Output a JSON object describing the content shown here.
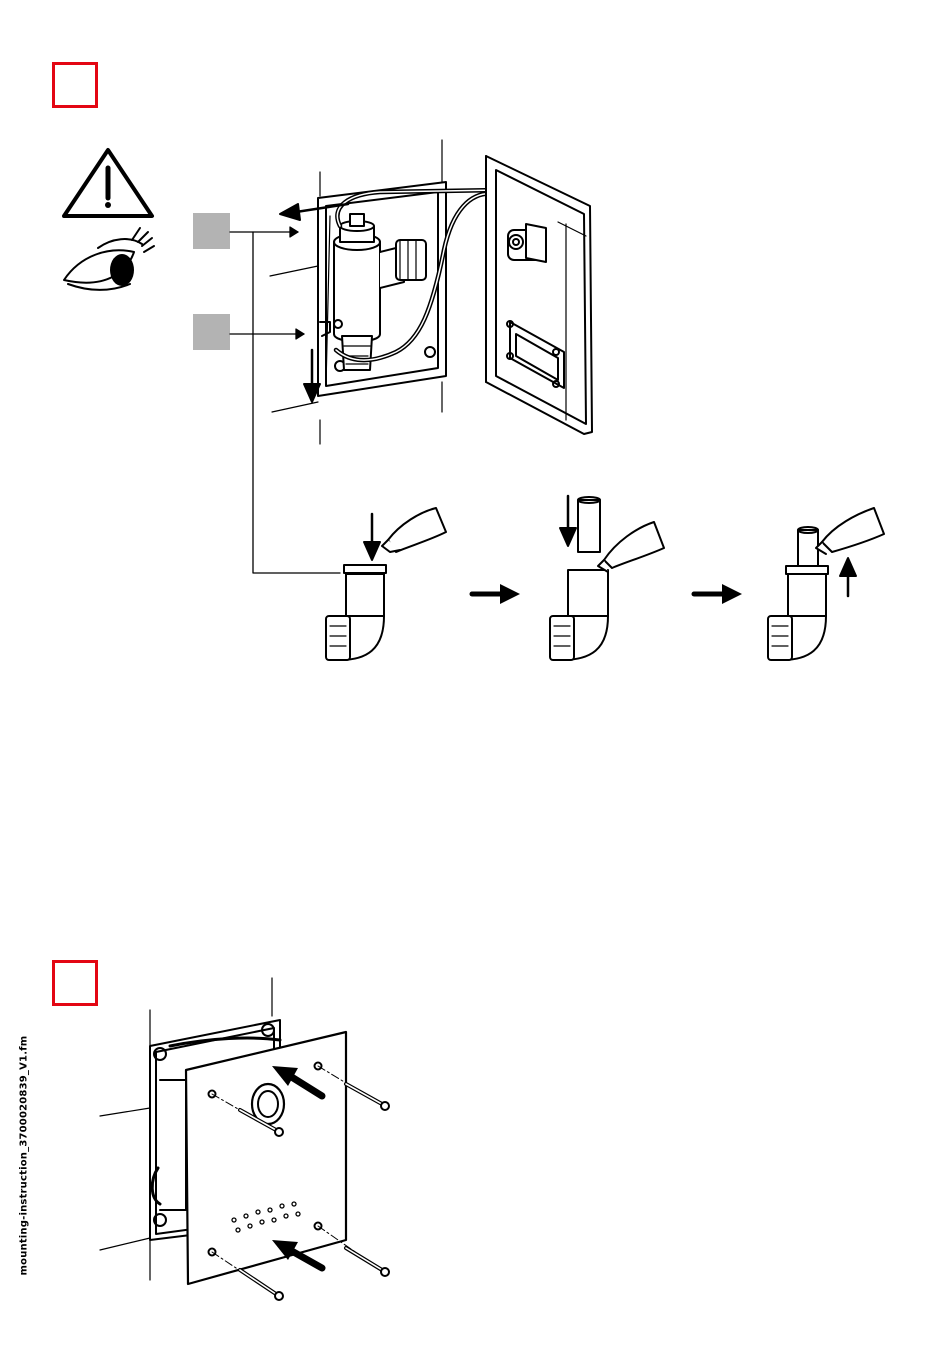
{
  "footer": {
    "file_name": "mounting-instruction_3700020839_V1.fm"
  },
  "steps": [
    {
      "id": "step-1",
      "number": ""
    },
    {
      "id": "step-2",
      "number": ""
    }
  ],
  "icons": [
    "warning-triangle-icon",
    "eye-icon"
  ],
  "colors": {
    "step_frame": "#e30613",
    "marker_gray": "#b3b3b3",
    "line": "#000000"
  }
}
